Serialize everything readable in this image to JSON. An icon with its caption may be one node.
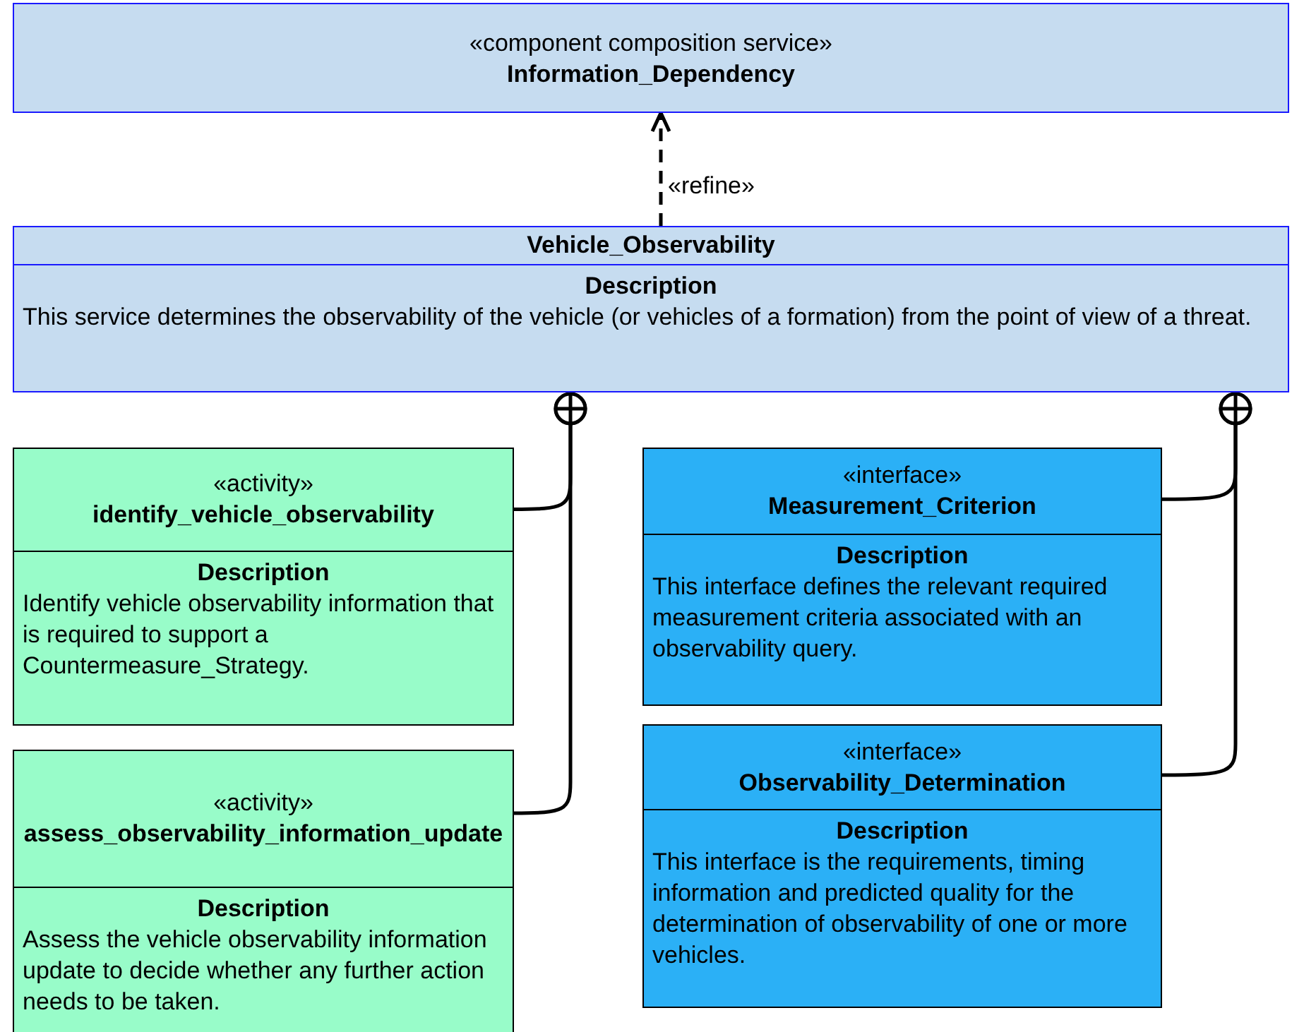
{
  "diagram": {
    "nodes": [
      {
        "text": [
          "«component composition service»",
          "Information_Dependency"
        ]
      },
      {
        "text": [
          "Vehicle_Observability",
          "Description",
          "This service determines the observability of the vehicle (or vehicles of a formation) from the point of view of a threat."
        ]
      },
      {
        "text": [
          "«activity»",
          "identify_vehicle_observability",
          "Description",
          "Identify vehicle observability information that is required to support a Countermeasure_Strategy."
        ]
      },
      {
        "text": [
          "«activity»",
          "assess_observability_information_update",
          "Description",
          "Assess the vehicle observability information update to decide whether any further action needs to be taken."
        ]
      },
      {
        "text": [
          "«interface»",
          "Measurement_Criterion",
          "Description",
          "This interface defines the relevant required measurement criteria associated with an observability query."
        ]
      },
      {
        "text": [
          "«interface»",
          "Observability_Determination",
          "Description",
          "This interface is the requirements, timing information and predicted quality for the determination of observability of one or more vehicles."
        ]
      }
    ],
    "edges": [
      {
        "from": 2,
        "to": 1,
        "arrow": "other"
      },
      {
        "from": 3,
        "to": 1,
        "arrow": "other"
      },
      {
        "from": 4,
        "to": 1,
        "arrow": "other"
      },
      {
        "from": 5,
        "to": 1,
        "arrow": "other"
      },
      {
        "from": 1,
        "to": 0,
        "arrow": "to",
        "label": "«refine»",
        "style": "dashed"
      }
    ]
  }
}
